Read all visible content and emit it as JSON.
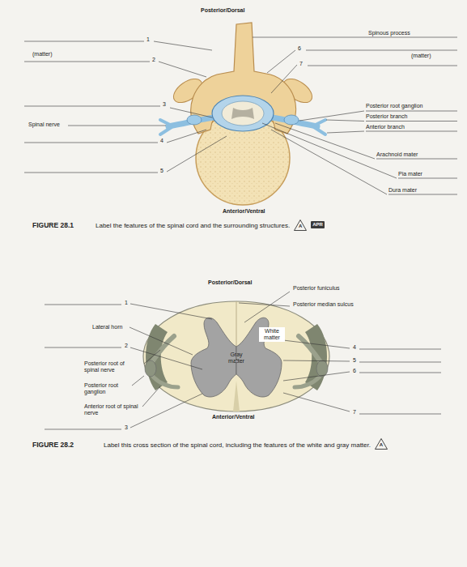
{
  "diagram": {
    "labels": [
      "Posterior/Dorsal",
      "Spinous process",
      "(matter)",
      "1",
      "6",
      "(matter)",
      "2",
      "7",
      "3",
      "Posterior root ganglion",
      "Posterior branch",
      "Spinal nerve",
      "Anterior branch",
      "4",
      "Arachnoid mater",
      "5",
      "Pia mater",
      "Dura mater",
      "Anterior/Ventral",
      "FIGURE 28.1",
      "Label the features of the spinal cord and the surrounding structures.",
      "A",
      "APR",
      "Posterior/Dorsal",
      "Posterior funiculus",
      "1",
      "Posterior median sulcus",
      "Lateral horn",
      "White matter",
      "2",
      "4",
      "Gray matter",
      "Posterior root of spinal nerve",
      "5",
      "6",
      "Posterior root ganglion",
      "Anterior root of spinal nerve",
      "7",
      "Anterior/Ventral",
      "3",
      "FIGURE 28.2",
      "Label this cross section of the spinal cord, including the features of the white and gray matter.",
      "A"
    ]
  }
}
